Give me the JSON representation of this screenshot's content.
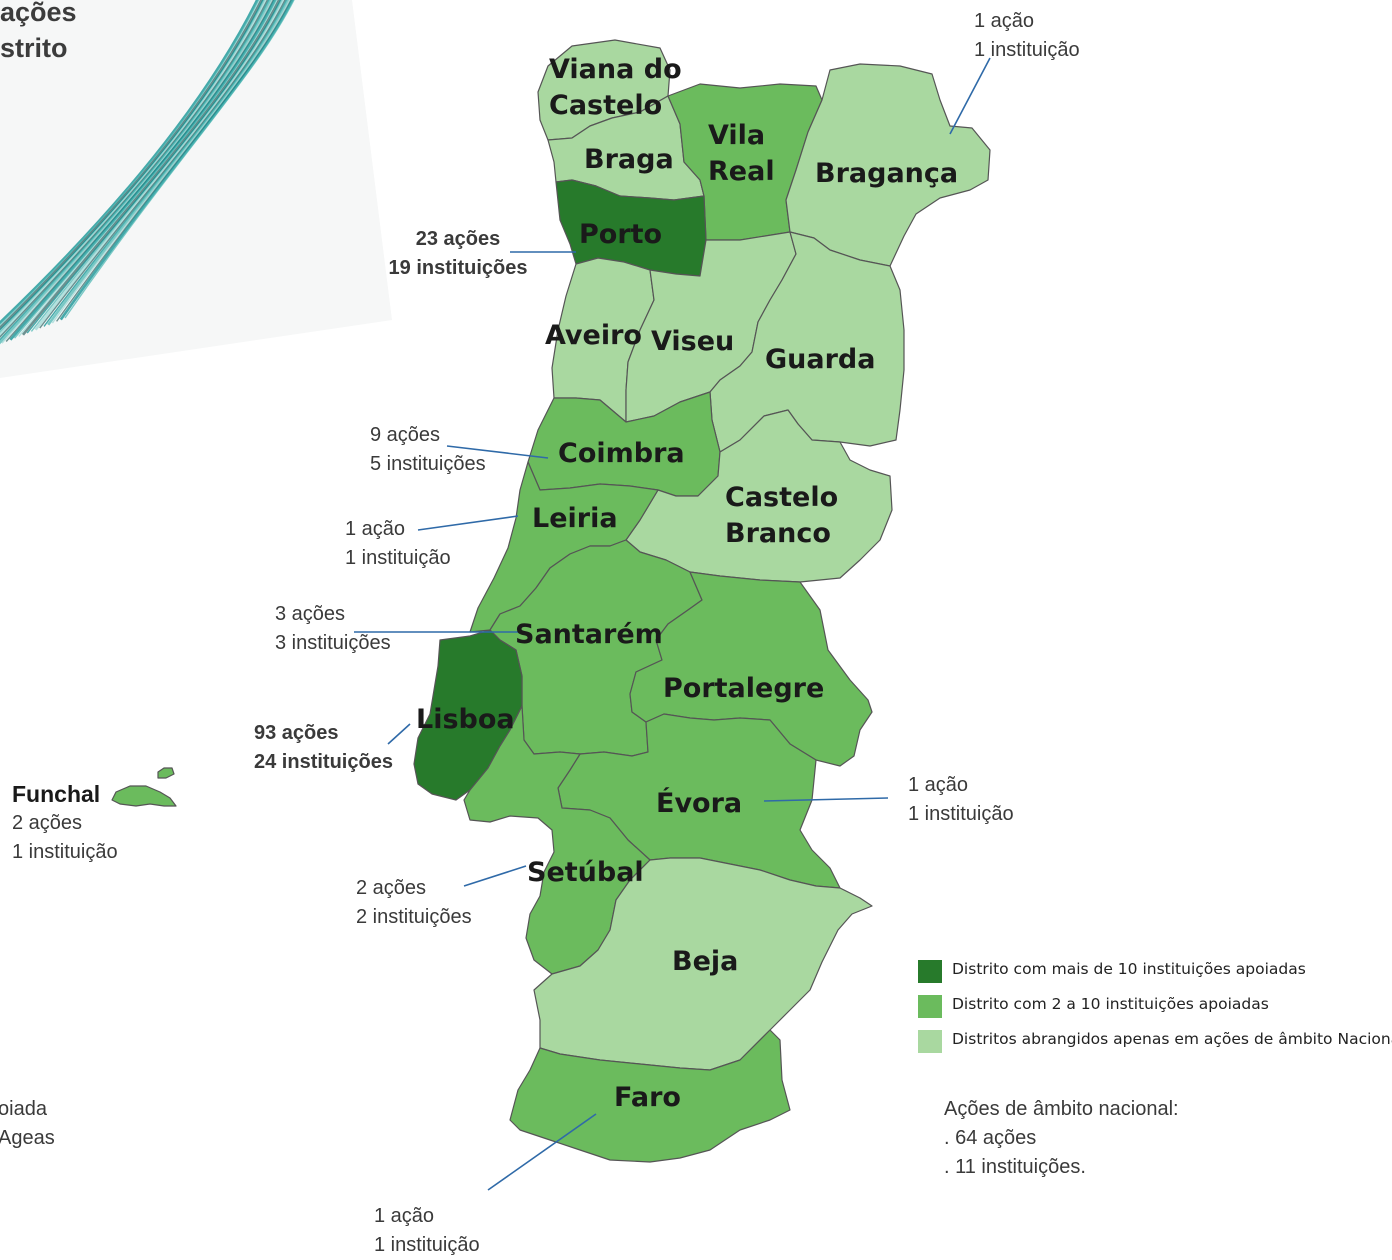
{
  "colors": {
    "high": "#277a2b",
    "medium": "#6bbb5d",
    "low": "#a9d8a0",
    "leader_line": "#2f6aa8",
    "swirl": [
      "#0a8f90",
      "#4fb8b4",
      "#9fd8d5",
      "#3d6d6e"
    ]
  },
  "title": {
    "line1": "ações",
    "line2": "strito"
  },
  "districts": [
    {
      "id": "viana",
      "label1": "Viana do",
      "label2": "Castelo",
      "level": "low"
    },
    {
      "id": "braga",
      "label1": "Braga",
      "label2": "",
      "level": "low"
    },
    {
      "id": "vilareal",
      "label1": "Vila",
      "label2": "Real",
      "level": "medium"
    },
    {
      "id": "braganca",
      "label1": "Bragança",
      "label2": "",
      "level": "low"
    },
    {
      "id": "porto",
      "label1": "Porto",
      "label2": "",
      "level": "high"
    },
    {
      "id": "aveiro",
      "label1": "Aveiro",
      "label2": "",
      "level": "low"
    },
    {
      "id": "viseu",
      "label1": "Viseu",
      "label2": "",
      "level": "low"
    },
    {
      "id": "guarda",
      "label1": "Guarda",
      "label2": "",
      "level": "low"
    },
    {
      "id": "coimbra",
      "label1": "Coimbra",
      "label2": "",
      "level": "medium"
    },
    {
      "id": "castelobranco",
      "label1": "Castelo",
      "label2": "Branco",
      "level": "low"
    },
    {
      "id": "leiria",
      "label1": "Leiria",
      "label2": "",
      "level": "medium"
    },
    {
      "id": "santarem",
      "label1": "Santarém",
      "label2": "",
      "level": "medium"
    },
    {
      "id": "portalegre",
      "label1": "Portalegre",
      "label2": "",
      "level": "medium"
    },
    {
      "id": "lisboa",
      "label1": "Lisboa",
      "label2": "",
      "level": "high"
    },
    {
      "id": "evora",
      "label1": "Évora",
      "label2": "",
      "level": "medium"
    },
    {
      "id": "setubal",
      "label1": "Setúbal",
      "label2": "",
      "level": "medium"
    },
    {
      "id": "beja",
      "label1": "Beja",
      "label2": "",
      "level": "low"
    },
    {
      "id": "faro",
      "label1": "Faro",
      "label2": "",
      "level": "medium"
    },
    {
      "id": "funchal",
      "label1": "Funchal",
      "label2": "",
      "level": "medium"
    }
  ],
  "annotations": {
    "braganca": {
      "line1": "1 ação",
      "line2": "1 instituição"
    },
    "porto": {
      "line1": "23 ações",
      "line2": "19 instituições"
    },
    "coimbra": {
      "line1": "9 ações",
      "line2": "5 instituições"
    },
    "leiria": {
      "line1": "1 ação",
      "line2": "1 instituição"
    },
    "santarem": {
      "line1": "3 ações",
      "line2": "3 instituições"
    },
    "lisboa": {
      "line1": "93 ações",
      "line2": "24 instituições"
    },
    "funchal": {
      "line1": "2 ações",
      "line2": "1 instituição"
    },
    "evora": {
      "line1": "1 ação",
      "line2": "1 instituição"
    },
    "setubal": {
      "line1": "2 ações",
      "line2": "2 instituições"
    },
    "faro": {
      "line1": "1 ação",
      "line2": "1 instituição"
    }
  },
  "legend": [
    {
      "label": "Distrito com mais de 10 instituições apoiadas",
      "level": "high"
    },
    {
      "label": "Distrito com 2 a 10 instituições apoiadas",
      "level": "medium"
    },
    {
      "label": "Distritos abrangidos apenas em ações de âmbito Nacional",
      "level": "low"
    }
  ],
  "national": {
    "heading": "Ações de  âmbito nacional:",
    "line1": ". 64 ações",
    "line2": ". 11 instituições."
  },
  "cutoff_left": {
    "line1": "oiada",
    "line2": "Ageas"
  }
}
